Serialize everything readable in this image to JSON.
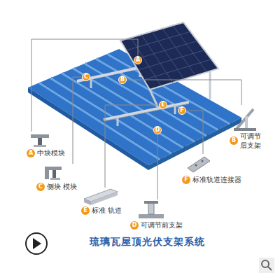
{
  "diagram": {
    "title": "琉璃瓦屋顶光伏支架系统",
    "nodes": [
      {
        "text": [
          "A"
        ]
      },
      {
        "text": [
          "C"
        ]
      },
      {
        "text": [
          "B"
        ]
      },
      {
        "text": [
          "E"
        ]
      },
      {
        "text": [
          "F"
        ]
      },
      {
        "text": [
          "D"
        ]
      },
      {
        "text": [
          "A",
          "中块模块"
        ]
      },
      {
        "text": [
          "B",
          "可调节 后支架"
        ]
      },
      {
        "text": [
          "C",
          "侧块 模块"
        ]
      },
      {
        "text": [
          "F",
          "标准轨道连接器"
        ]
      },
      {
        "text": [
          "E",
          "标准 轨道"
        ]
      },
      {
        "text": [
          "D",
          "可调节前支架"
        ]
      }
    ],
    "edges": [
      {
        "from": 0,
        "to": 6,
        "arrow": "none"
      },
      {
        "from": 1,
        "to": 8,
        "arrow": "none"
      },
      {
        "from": 2,
        "to": 7,
        "arrow": "none"
      },
      {
        "from": 3,
        "to": 10,
        "arrow": "none"
      },
      {
        "from": 4,
        "to": 9,
        "arrow": "none"
      },
      {
        "from": 5,
        "to": 11,
        "arrow": "none"
      }
    ]
  }
}
